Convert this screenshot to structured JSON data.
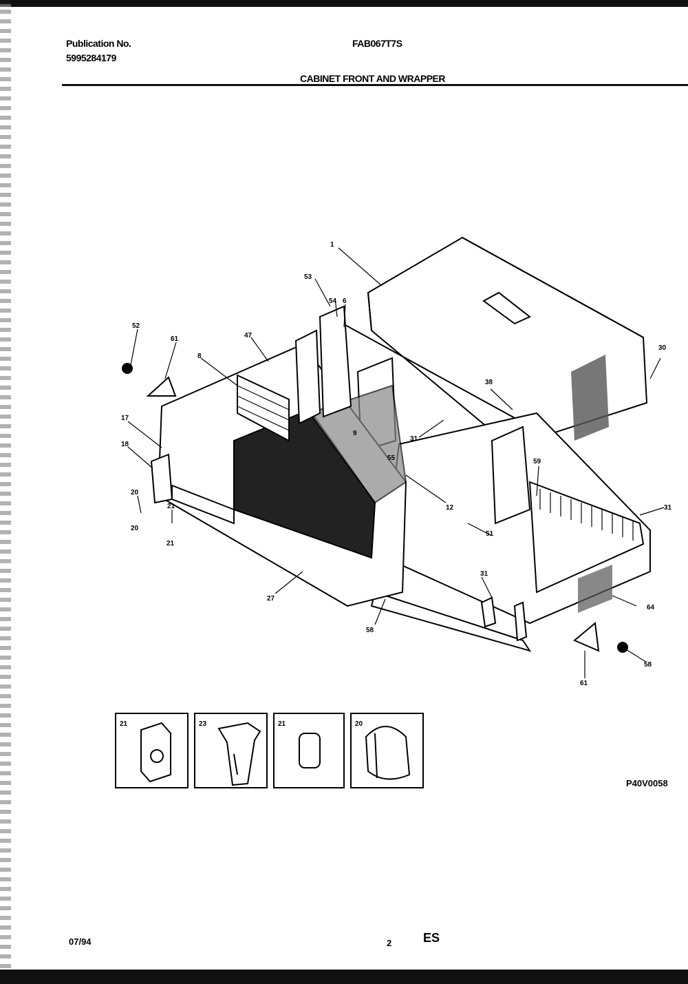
{
  "header": {
    "publication_label": "Publication No.",
    "publication_number": "5995284179",
    "model": "FAB067T7S",
    "section_title": "CABINET FRONT AND WRAPPER"
  },
  "callouts": [
    "1",
    "53",
    "54",
    "6",
    "52",
    "61",
    "47",
    "8",
    "17",
    "18",
    "20",
    "21",
    "20",
    "21",
    "27",
    "58",
    "9",
    "31",
    "12",
    "30",
    "38",
    "59",
    "31",
    "64",
    "31",
    "51",
    "58",
    "61",
    "55"
  ],
  "detail_boxes": [
    "21",
    "23",
    "21",
    "20"
  ],
  "figure_code": "P40V0058",
  "footer": {
    "date": "07/94",
    "page": "2",
    "code": "ES"
  }
}
